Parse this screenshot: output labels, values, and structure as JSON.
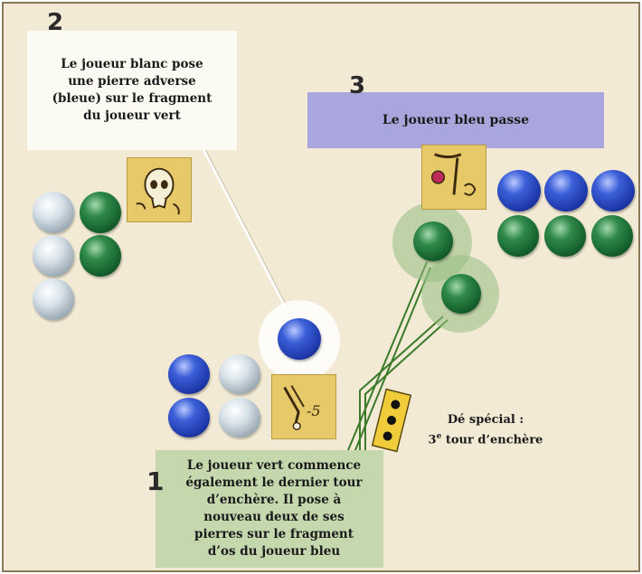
{
  "steps": {
    "step1": {
      "number": "1",
      "lines": [
        "Le joueur vert commence",
        "également le dernier tour",
        "d’enchère. Il pose à",
        "nouveau deux de ses",
        "pierres  sur le fragment",
        "d’os du joueur bleu"
      ]
    },
    "step2": {
      "number": "2",
      "lines": [
        "Le joueur blanc pose",
        "une pierre adverse",
        "(bleue) sur le fragment",
        "du joueur vert"
      ]
    },
    "step3": {
      "number": "3",
      "lines": [
        "Le joueur bleu passe"
      ]
    }
  },
  "special_die": {
    "line1": "Dé spécial :",
    "line2_num": "3",
    "line2_sup": "e",
    "line2_rest": " tour d’enchère"
  },
  "tile_marks": {
    "bottom_tile": "-5"
  },
  "colors": {
    "background": "#f2ead4",
    "border": "#8a7a5a",
    "step1_panel": "#c5d7ad",
    "step2_panel": "#fbfbf4",
    "step3_panel": "#a8a6dd",
    "line_green": "#3a7a2a",
    "halo_green": "#a6c98e",
    "tile_gold": "#e8c96a",
    "die_yellow": "#f0cc3a"
  },
  "icons": {
    "tile_top_left": "skull-icon",
    "tile_top_right": "bone-fragment-icon",
    "tile_bottom": "bone-fragment-icon",
    "die": "special-die-icon"
  }
}
